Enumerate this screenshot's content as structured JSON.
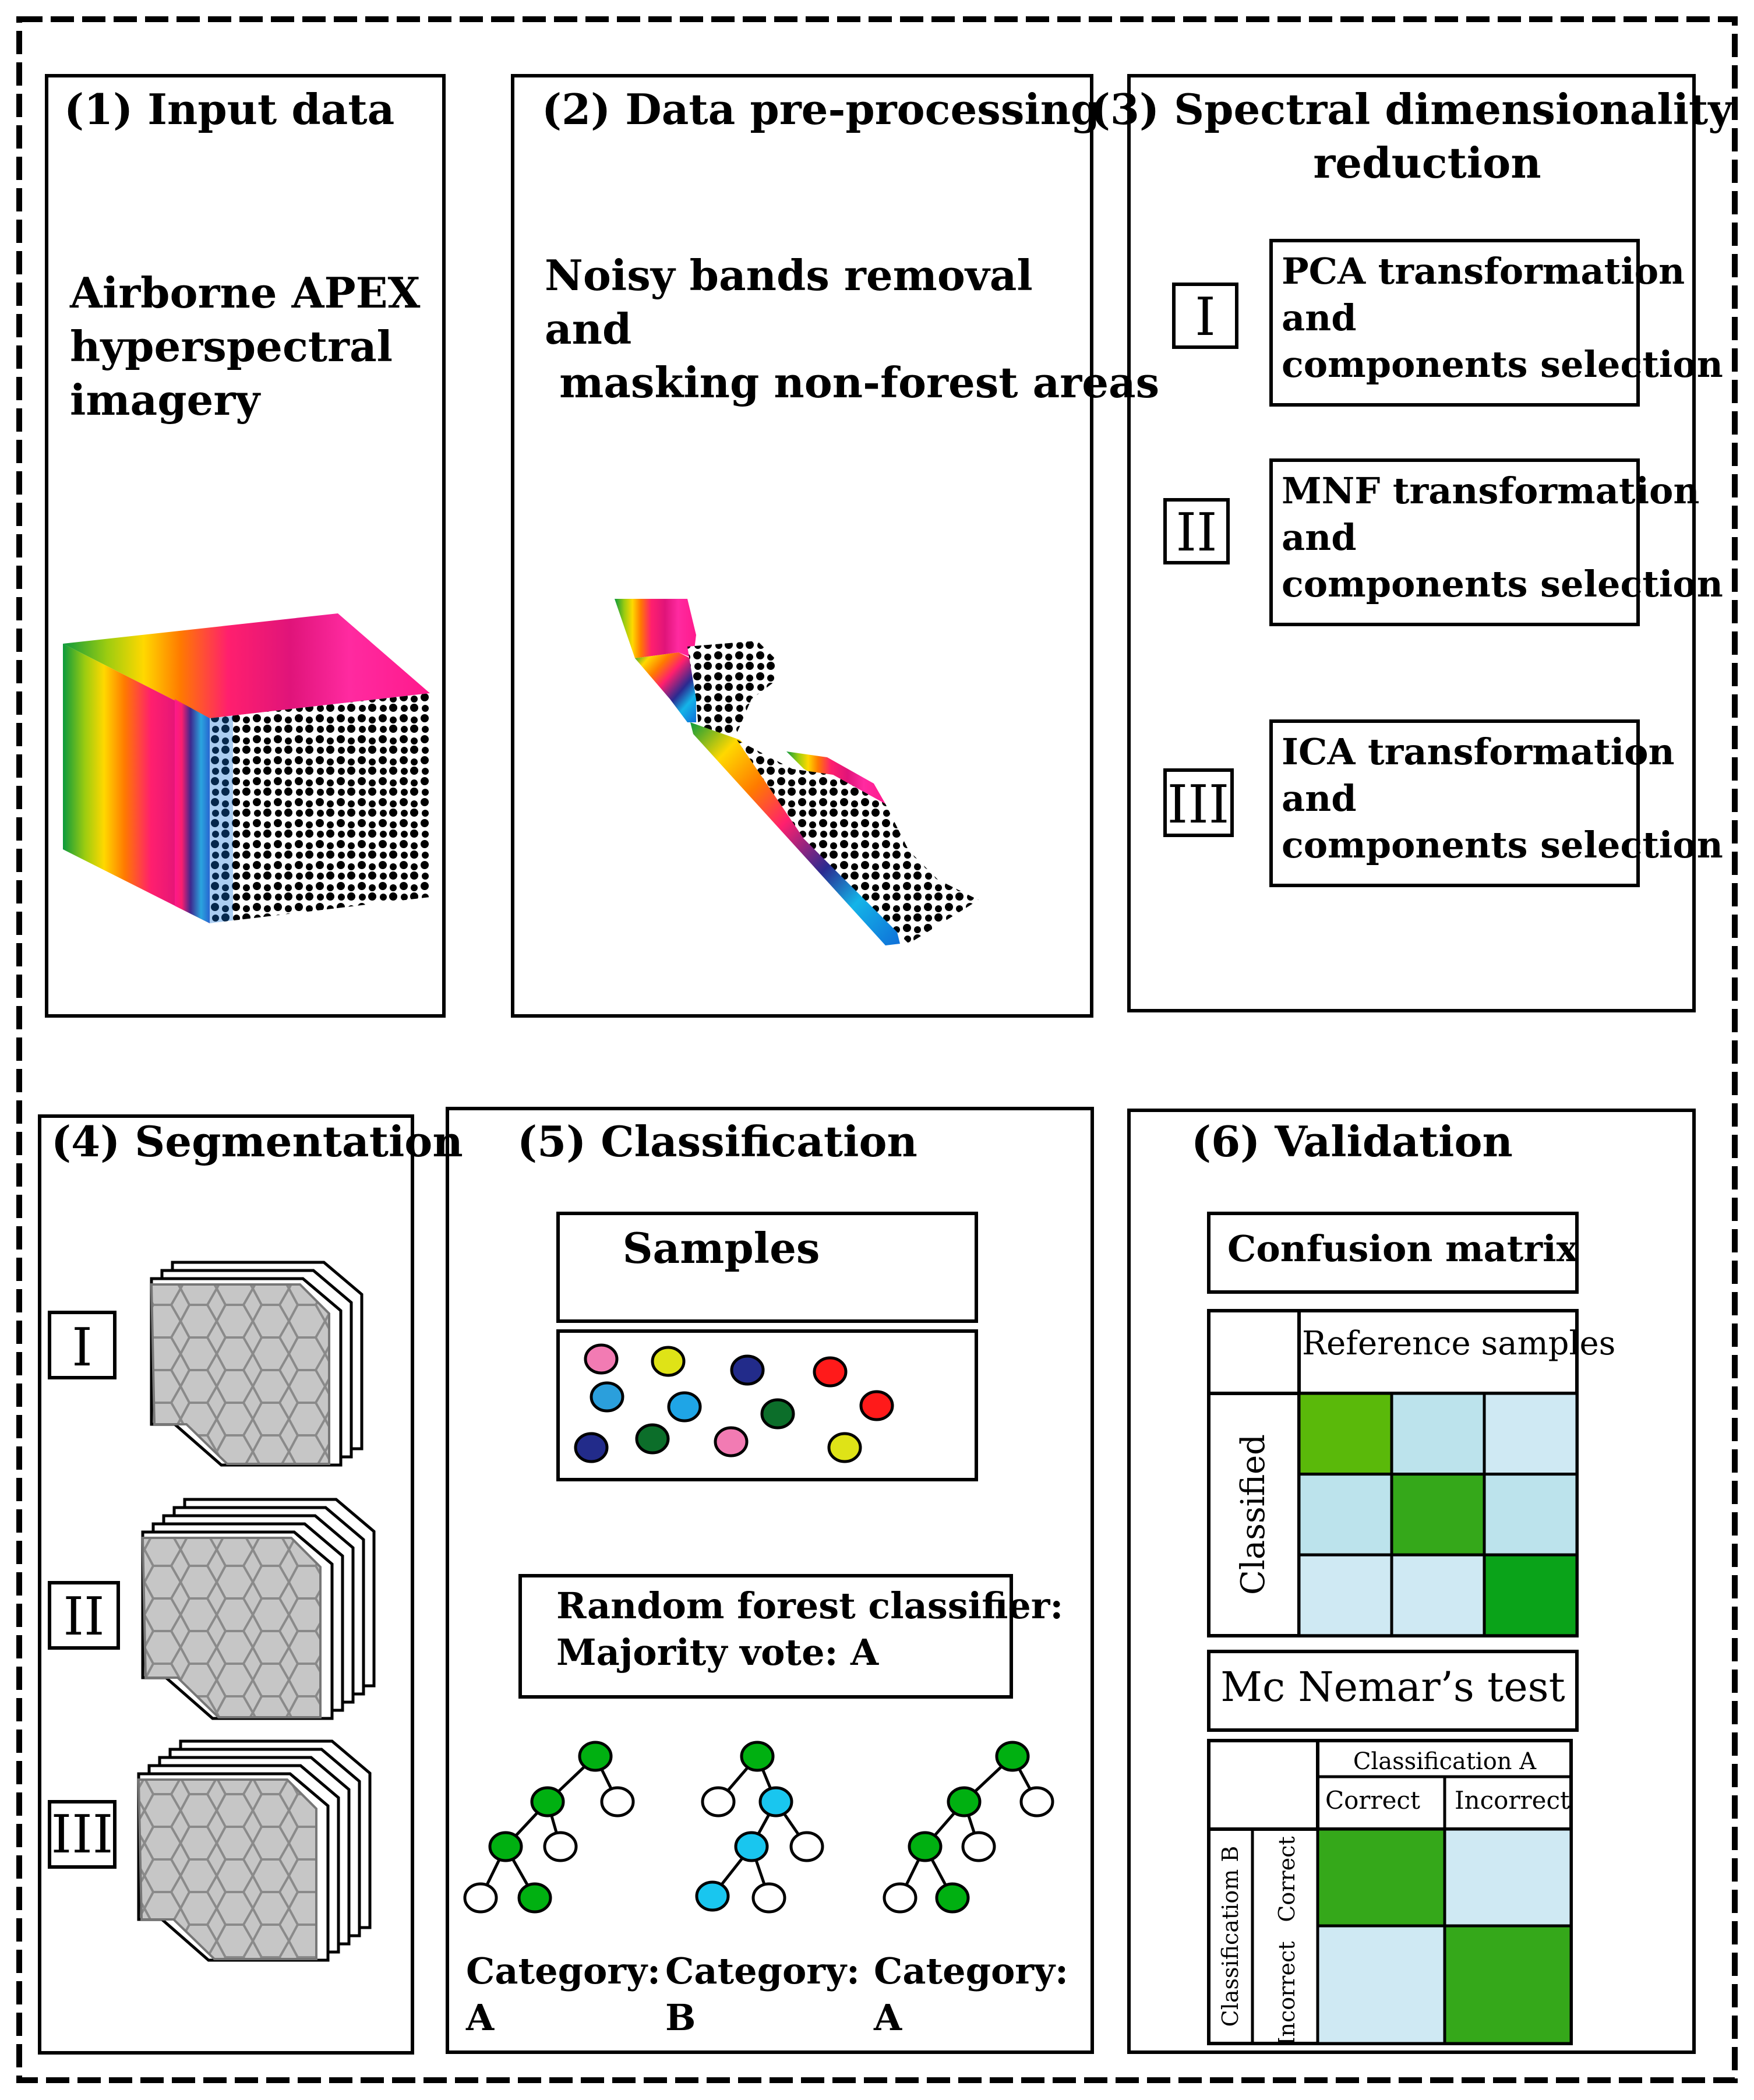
{
  "panels": {
    "p1": {
      "title": "(1) Input data",
      "lines": [
        "Airborne APEX",
        "hyperspectral",
        "imagery"
      ]
    },
    "p2": {
      "title": "(2) Data pre-processing",
      "lines": [
        "Noisy bands removal",
        "and",
        " masking non-forest areas"
      ]
    },
    "p3": {
      "title_lines": [
        "(3) Spectral dimensionality",
        "reduction"
      ],
      "items": [
        {
          "numeral": "I",
          "lines": [
            "PCA transformation",
            "and",
            "components selection"
          ]
        },
        {
          "numeral": "II",
          "lines": [
            "MNF transformation",
            "and",
            "components selection"
          ]
        },
        {
          "numeral": "III",
          "lines": [
            "ICA transformation",
            "and",
            "components selection"
          ]
        }
      ]
    },
    "p4": {
      "title": "(4) Segmentation",
      "numerals": [
        "I",
        "II",
        "III"
      ]
    },
    "p5": {
      "title": "(5) Classification",
      "samples_label": "Samples",
      "classifier_lines": [
        "Random forest classifier:",
        "Majority vote: A"
      ],
      "trees": [
        {
          "lines": [
            "Category:",
            "A"
          ]
        },
        {
          "lines": [
            "Category:",
            "B"
          ]
        },
        {
          "lines": [
            "Category:",
            "A"
          ]
        }
      ]
    },
    "p6": {
      "title": "(6) Validation",
      "confusion_label": "Confusion matrix",
      "reference_label": "Reference samples",
      "classified_label": "Classified",
      "mcnemar_label": "Mc Nemar’s test",
      "class_a": "Classification A",
      "class_b": "Classificatiom B",
      "correct": "Correct",
      "incorrect": "Incorrect"
    }
  },
  "colors": {
    "green_dark": "#0aa319",
    "green_mid": "#35a81a",
    "green_light": "#5ab90a",
    "cell_light": "#cfe9f3",
    "cell_mid": "#bce3ec",
    "node_green": "#00b011",
    "node_cyan": "#19c6ef"
  }
}
